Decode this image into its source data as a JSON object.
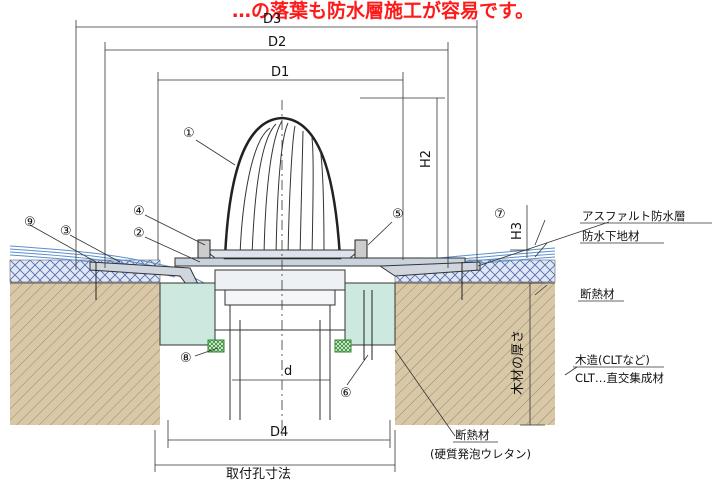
{
  "top_banner": "…の落葉も防水層施工が容易です。",
  "dimensions": {
    "d3": "D3",
    "d2": "D2",
    "d1": "D1",
    "h2": "H2",
    "h3": "H3",
    "d": "d",
    "d4": "D4",
    "mounting_hole": "取付孔寸法",
    "wood_thickness": "木材の厚さ"
  },
  "part_numbers": [
    "①",
    "②",
    "③",
    "④",
    "⑤",
    "⑥",
    "⑦",
    "⑧",
    "⑨"
  ],
  "labels": {
    "asphalt": "アスファルト防水層",
    "substrate": "防水下地材",
    "insulation_right": "断熱材",
    "wood_1": "木造(CLTなど)",
    "wood_2": "CLT…直交集成材",
    "insulation_bottom_1": "断熱材",
    "insulation_bottom_2": "(硬質発泡ウレタン)"
  },
  "colors": {
    "wood": "#d9c8a8",
    "insulation_mint": "#cde8de",
    "insulation_blue": "#d8e6f4",
    "membrane": "#5b8fcf",
    "seal": "#3a9a3a",
    "banner": "#ff1a1a"
  }
}
